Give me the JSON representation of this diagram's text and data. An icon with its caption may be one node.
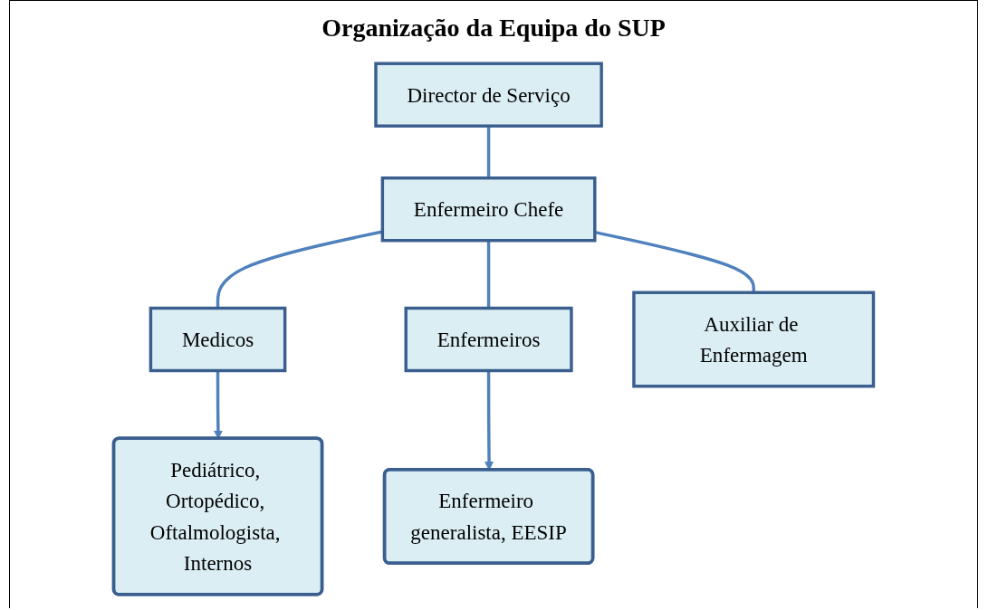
{
  "diagram": {
    "title": "Organização da Equipa do SUP",
    "nodes": [
      {
        "text": [
          "Director de Serviço"
        ]
      },
      {
        "text": [
          "Enfermeiro Chefe"
        ]
      },
      {
        "text": [
          "Medicos"
        ]
      },
      {
        "text": [
          "Enfermeiros"
        ]
      },
      {
        "text": [
          "Auxiliar de Enfermagem"
        ]
      },
      {
        "text": [
          "Pediátrico, Ortopédico, Oftalmologista, Internos"
        ]
      },
      {
        "text": [
          "Enfermeiro generalista, EESIP"
        ]
      }
    ],
    "edges": [
      {
        "from": 0,
        "to": 1,
        "arrow": "none"
      },
      {
        "from": 1,
        "to": 2,
        "arrow": "none"
      },
      {
        "from": 1,
        "to": 3,
        "arrow": "none"
      },
      {
        "from": 1,
        "to": 4,
        "arrow": "none"
      },
      {
        "from": 2,
        "to": 5,
        "arrow": "to"
      },
      {
        "from": 3,
        "to": 6,
        "arrow": "to"
      }
    ]
  }
}
